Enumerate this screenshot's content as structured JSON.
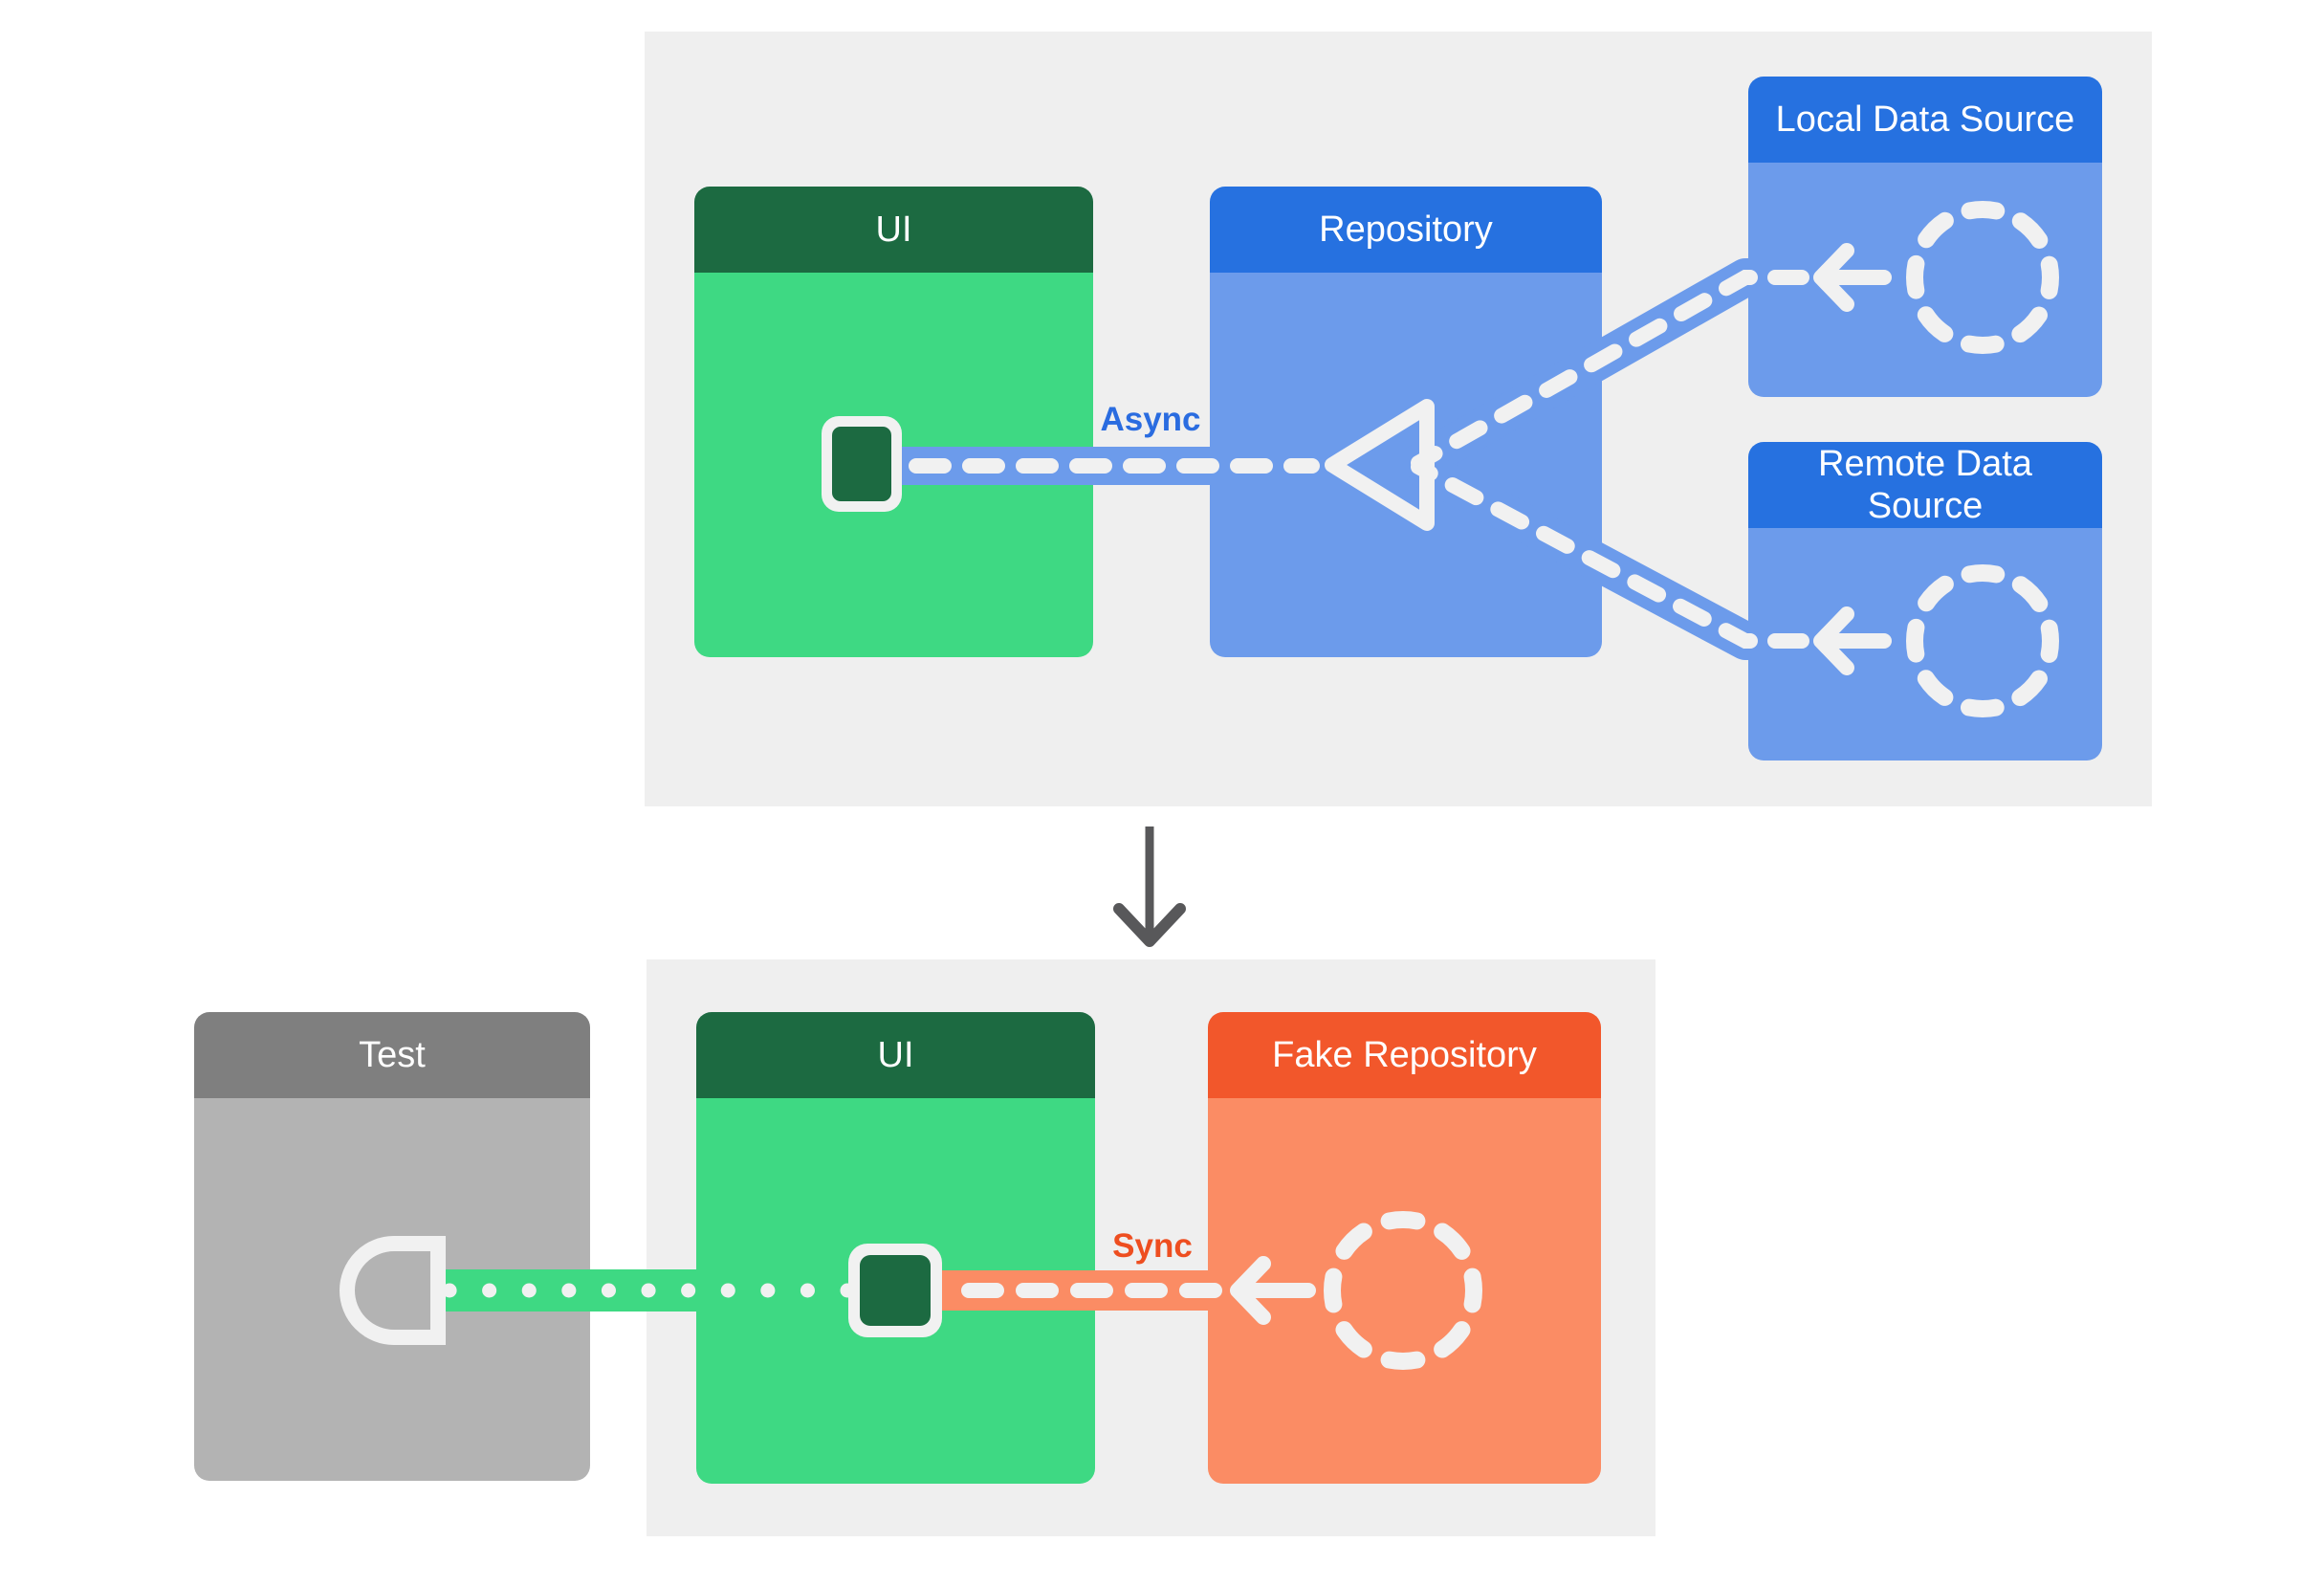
{
  "colors": {
    "panel_background": "#efefef",
    "ui_header_green": "#1c6a41",
    "ui_body_green": "#3ed983",
    "blue_header": "#2671e0",
    "blue_body_and_band": "#6c9beb",
    "test_header_gray": "#7f7f7f",
    "test_body_gray": "#b3b3b3",
    "fake_repo_header_orange": "#f2572b",
    "fake_repo_body_and_band": "#fb8c64",
    "async_label_blue": "#2a6ce0",
    "sync_label_orange": "#ee4e20",
    "connector_white": "#f1f1f1",
    "down_arrow_gray": "#58585a"
  },
  "top_panel": {
    "cards": {
      "ui": {
        "title": "UI"
      },
      "repository": {
        "title": "Repository"
      },
      "local_data_source": {
        "title": "Local Data Source"
      },
      "remote_data_source": {
        "title": "Remote Data Source"
      }
    },
    "flow_label": "Async"
  },
  "bottom_panel": {
    "cards": {
      "test": {
        "title": "Test"
      },
      "ui": {
        "title": "UI"
      },
      "fake_repository": {
        "title": "Fake Repository"
      }
    },
    "flow_label": "Sync"
  }
}
